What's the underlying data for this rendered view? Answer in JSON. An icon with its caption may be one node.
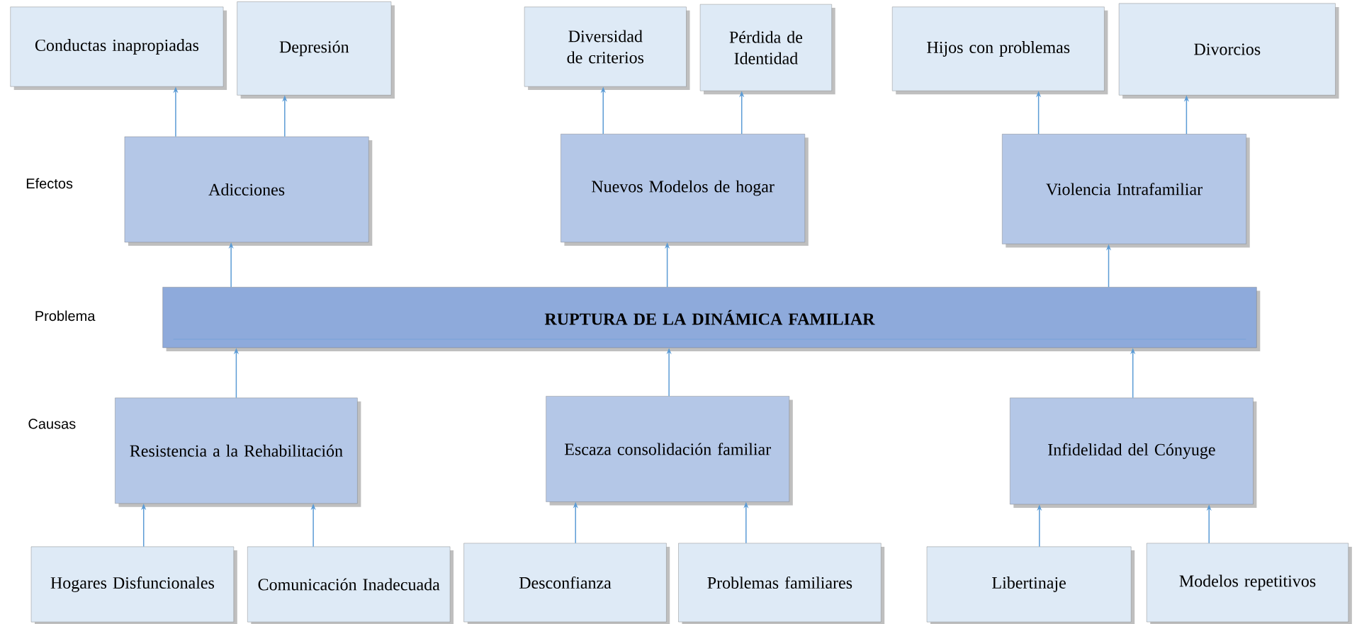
{
  "diagram": {
    "nodes": [
      {
        "text": [
          "Conductas inapropiadas"
        ]
      },
      {
        "text": [
          "Depresión"
        ]
      },
      {
        "text": [
          "Diversidad de criterios"
        ]
      },
      {
        "text": [
          "Pérdida de Identidad"
        ]
      },
      {
        "text": [
          "Hijos con problemas"
        ]
      },
      {
        "text": [
          "Divorcios"
        ]
      },
      {
        "text": [
          "Adicciones"
        ]
      },
      {
        "text": [
          "Nuevos Modelos de hogar"
        ]
      },
      {
        "text": [
          "Violencia Intrafamiliar"
        ]
      },
      {
        "text": [
          "RUPTURA DE LA DINÁMICA FAMILIAR"
        ]
      },
      {
        "text": [
          "Resistencia a la Rehabilitación"
        ]
      },
      {
        "text": [
          "Escaza consolidación familiar"
        ]
      },
      {
        "text": [
          "Infidelidad del Cónyuge"
        ]
      },
      {
        "text": [
          "Hogares Disfuncionales"
        ]
      },
      {
        "text": [
          "Comunicación Inadecuada"
        ]
      },
      {
        "text": [
          "Desconfianza"
        ]
      },
      {
        "text": [
          "Problemas familiares"
        ]
      },
      {
        "text": [
          "Libertinaje"
        ]
      },
      {
        "text": [
          "Modelos repetitivos"
        ]
      }
    ],
    "edges": [
      {
        "from": 6,
        "to": 0,
        "arrow": "to"
      },
      {
        "from": 6,
        "to": 1,
        "arrow": "to"
      },
      {
        "from": 7,
        "to": 2,
        "arrow": "to"
      },
      {
        "from": 7,
        "to": 3,
        "arrow": "to"
      },
      {
        "from": 8,
        "to": 4,
        "arrow": "to"
      },
      {
        "from": 8,
        "to": 5,
        "arrow": "to"
      },
      {
        "from": 9,
        "to": 6,
        "arrow": "to"
      },
      {
        "from": 9,
        "to": 7,
        "arrow": "to"
      },
      {
        "from": 9,
        "to": 8,
        "arrow": "to"
      },
      {
        "from": 10,
        "to": 9,
        "arrow": "to"
      },
      {
        "from": 11,
        "to": 9,
        "arrow": "to"
      },
      {
        "from": 12,
        "to": 9,
        "arrow": "to"
      },
      {
        "from": 13,
        "to": 10,
        "arrow": "to"
      },
      {
        "from": 14,
        "to": 10,
        "arrow": "to"
      },
      {
        "from": 15,
        "to": 11,
        "arrow": "to"
      },
      {
        "from": 16,
        "to": 11,
        "arrow": "to"
      },
      {
        "from": 17,
        "to": 12,
        "arrow": "to"
      },
      {
        "from": 18,
        "to": 12,
        "arrow": "to"
      }
    ],
    "labels": [
      "Efectos",
      "Problema",
      "Causas"
    ]
  }
}
